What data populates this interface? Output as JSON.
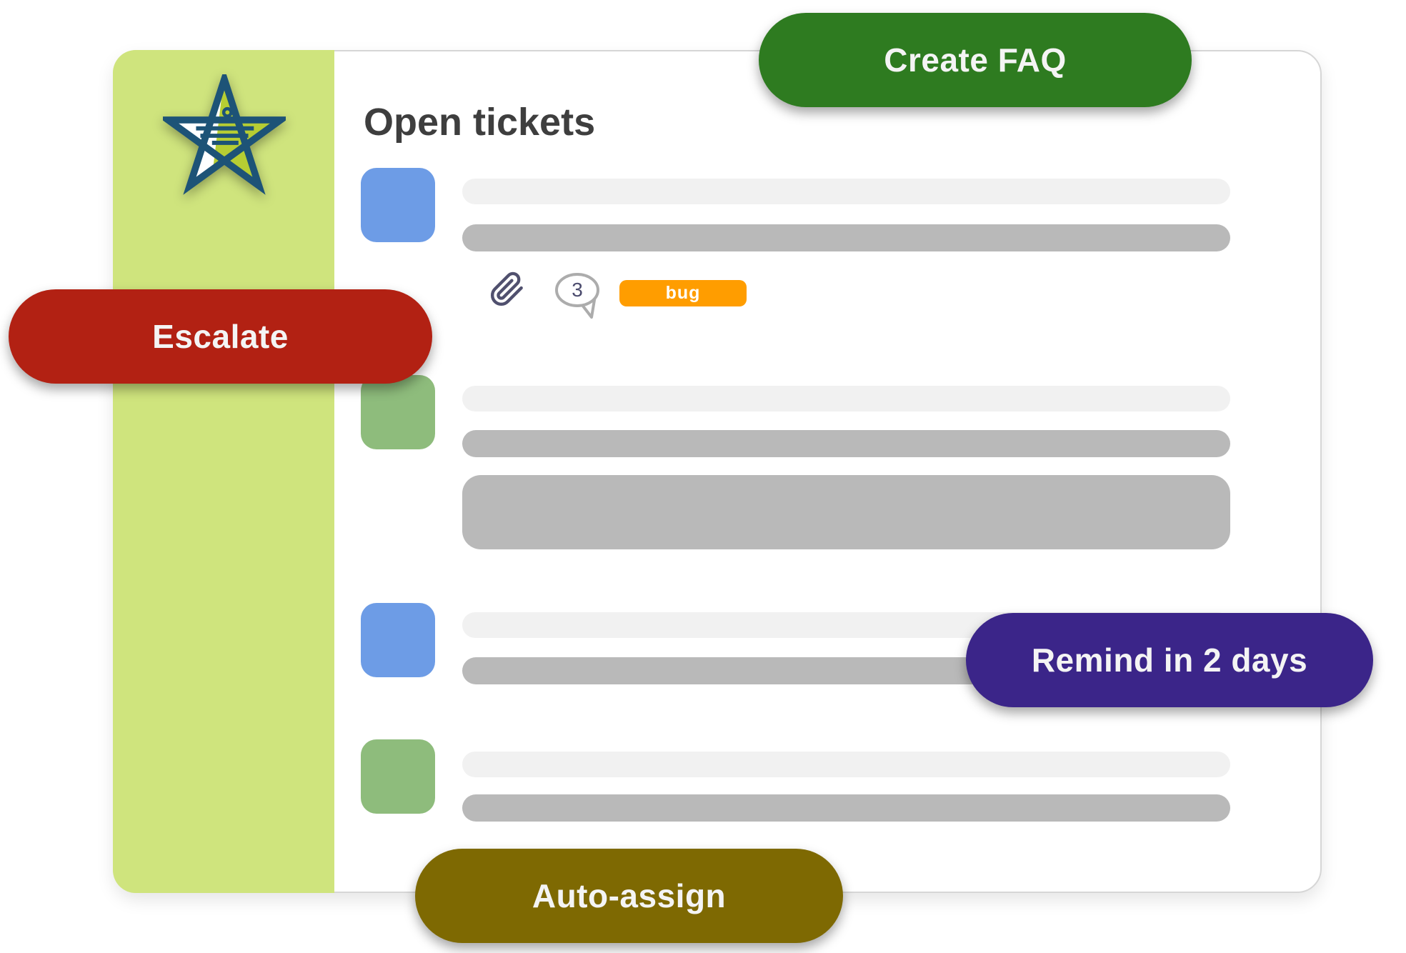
{
  "panel": {
    "title": "Open tickets",
    "rows": [
      {
        "avatar": "blue",
        "skeleton_lines": 2,
        "meta": {
          "attachments_icon": "paperclip-icon",
          "comments_count": "3",
          "tag": {
            "label": "bug",
            "color": "#ff9d00"
          }
        }
      },
      {
        "avatar": "green",
        "skeleton_lines": 2,
        "has_description_block": true
      },
      {
        "avatar": "blue",
        "skeleton_lines": 2
      },
      {
        "avatar": "green",
        "skeleton_lines": 2
      }
    ]
  },
  "actions": {
    "create_faq": {
      "label": "Create FAQ",
      "color": "#2e7b20"
    },
    "escalate": {
      "label": "Escalate",
      "color": "#b22113"
    },
    "remind": {
      "label": "Remind in 2 days",
      "color": "#3b2589"
    },
    "auto_assign": {
      "label": "Auto-assign",
      "color": "#7e6902"
    }
  },
  "icons": {
    "logo": "star-logo",
    "attachments": "paperclip-icon",
    "comments": "speech-bubble-icon"
  },
  "colors": {
    "sidebar": "#cfe47d",
    "card_border": "#d6d6d6",
    "avatar_blue": "#6d9ce6",
    "avatar_green": "#8ebc7c",
    "skeleton_light": "#f1f1f1",
    "skeleton_dark": "#b9b9b9",
    "tag_bug": "#ff9d00",
    "logo_navy": "#1d5377",
    "logo_lime": "#b6cd33",
    "title_text": "#3e3e3e"
  }
}
